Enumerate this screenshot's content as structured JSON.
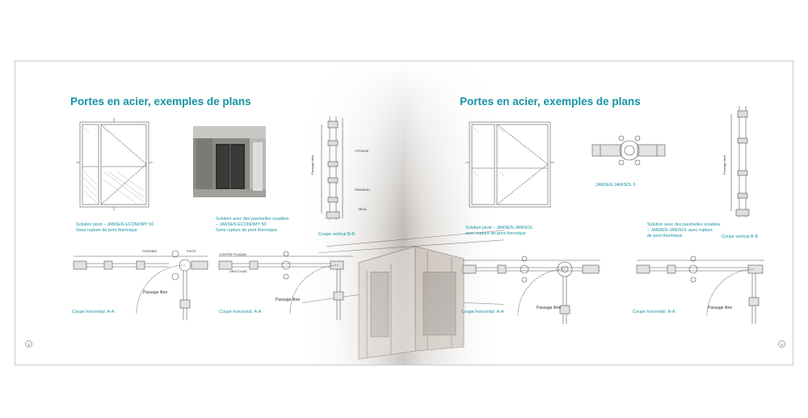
{
  "left_page": {
    "title": "Portes en acier, exemples de plans",
    "captions": {
      "door_elevation": "Solution pivot – JANSEN ECONOMY 50\nSans rupture de pont thermique",
      "photo": "Solution avec des paumelles soudées\n– JANSEN ECONOMY 50\nSans rupture de pont thermique",
      "vertical_section": "Coupe vertical B-B",
      "horizontal_section_1": "Coupe horizontal  A-A",
      "horizontal_section_2": "Coupe horizontal  A-A"
    },
    "labels": {
      "vitrage": "VITRAGE",
      "panneau": "PANNEAU",
      "seuil": "SEUIL",
      "passage_libre_vertical": "Passage libre",
      "poignee": "POIGNEE",
      "pivot": "PIVOT",
      "passage_libre_1": "Passage libre",
      "contre_plaque": "CONTRE PLAQUE",
      "ventouse": "VENTOUSE",
      "passage_libre_2": "Passage libre"
    },
    "page_number": "2"
  },
  "right_page": {
    "title": "Portes en acier, exemples de plans",
    "captions": {
      "door_elevation": "Solution pivot – JANSEN JANISOL\navec rupture de pont thermique",
      "pivot_detail": "JANSEN JANISOL 0",
      "hinged": "Solution avec des paumelles soudées\n– JANSEN JANISOL avec rupture\nde pont thermique",
      "vertical_section": "Coupe vertical B-B",
      "horizontal_section_1": "Coupe horizontal  A-A",
      "horizontal_section_2": "Coupe horizontal  A-A"
    },
    "labels": {
      "passage_libre_vertical": "Passage libre",
      "passage_libre_1": "Passage libre",
      "passage_libre_2": "Passage libre"
    },
    "page_number": "3"
  },
  "colors": {
    "accent": "#1693a3",
    "line": "#555555",
    "border": "#c9c9c9"
  }
}
